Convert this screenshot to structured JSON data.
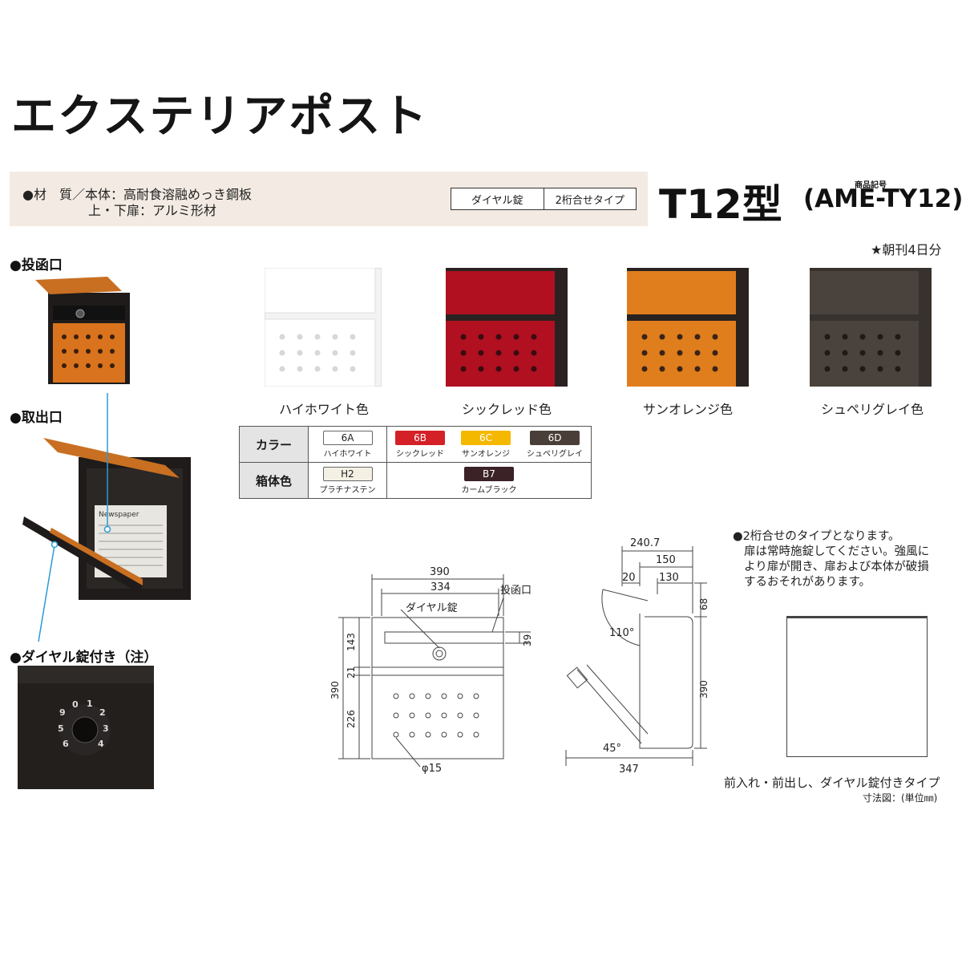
{
  "page_title": "エクステリアポスト",
  "spec": {
    "material_line1": "●材　質／本体：高耐食溶融めっき鋼板",
    "material_line2": "上・下扉：アルミ形材",
    "lock_type": "ダイヤル錠",
    "lock_detail": "2桁合せタイプ"
  },
  "model": {
    "name": "T12型",
    "code_label": "商品記号",
    "code": "(AME-TY12)"
  },
  "capacity_note": "★朝刊4日分",
  "sections": {
    "slot": "●投函口",
    "retrieval": "●取出口",
    "dial_lock": "●ダイヤル錠付き（注）"
  },
  "dial_digits": [
    "9",
    "0",
    "1",
    "2",
    "3",
    "4",
    "5",
    "6"
  ],
  "newspaper_text": "Newspaper",
  "products": [
    {
      "name": "ハイホワイト色",
      "face": "#ffffff",
      "body": "#f4f4f4",
      "hole": "#dcdcdc"
    },
    {
      "name": "シックレッド色",
      "face": "#b01020",
      "body": "#2a2220",
      "hole": "#3a0c10"
    },
    {
      "name": "サンオレンジ色",
      "face": "#e07e1e",
      "body": "#2a2220",
      "hole": "#3a2416"
    },
    {
      "name": "シュペリグレイ色",
      "face": "#4a433d",
      "body": "#38322e",
      "hole": "#1e1a18"
    }
  ],
  "color_table": {
    "row1_label": "カラー",
    "row2_label": "箱体色",
    "door_colors": [
      {
        "code": "6A",
        "name": "ハイホワイト",
        "bg": "#ffffff",
        "fg": "#222222"
      },
      {
        "code": "6B",
        "name": "シックレッド",
        "bg": "#d42027",
        "fg": "#ffffff"
      },
      {
        "code": "6C",
        "name": "サンオレンジ",
        "bg": "#f5b800",
        "fg": "#ffffff"
      },
      {
        "code": "6D",
        "name": "シュペリグレイ",
        "bg": "#4a3f38",
        "fg": "#ffffff"
      }
    ],
    "body_colors": [
      {
        "code": "H2",
        "name": "プラチナステン",
        "bg": "#f4f0e4",
        "fg": "#222222"
      },
      {
        "code": "B7",
        "name": "カームブラック",
        "bg": "#3a2226",
        "fg": "#ffffff"
      }
    ]
  },
  "front_drawing": {
    "dim_390_width": "390",
    "dim_334": "334",
    "label_dial": "ダイヤル錠",
    "label_slot": "投函口",
    "dim_143": "143",
    "dim_21": "21",
    "dim_226": "226",
    "dim_390_height": "390",
    "dim_39": "39",
    "dim_phi15": "φ15"
  },
  "side_drawing": {
    "dim_240_7": "240.7",
    "dim_150": "150",
    "dim_20": "20",
    "dim_130": "130",
    "dim_68": "68",
    "dim_390": "390",
    "angle_110": "110°",
    "angle_45": "45°",
    "dim_347": "347"
  },
  "notes": [
    "●2桁合せのタイプとなります。",
    "扉は常時施錠してください。強風に",
    "より扉が開き、扉および本体が破損",
    "するおそれがあります。"
  ],
  "caption_main": "前入れ・前出し、ダイヤル錠付きタイプ",
  "caption_sub": "寸法図：(単位㎜)"
}
